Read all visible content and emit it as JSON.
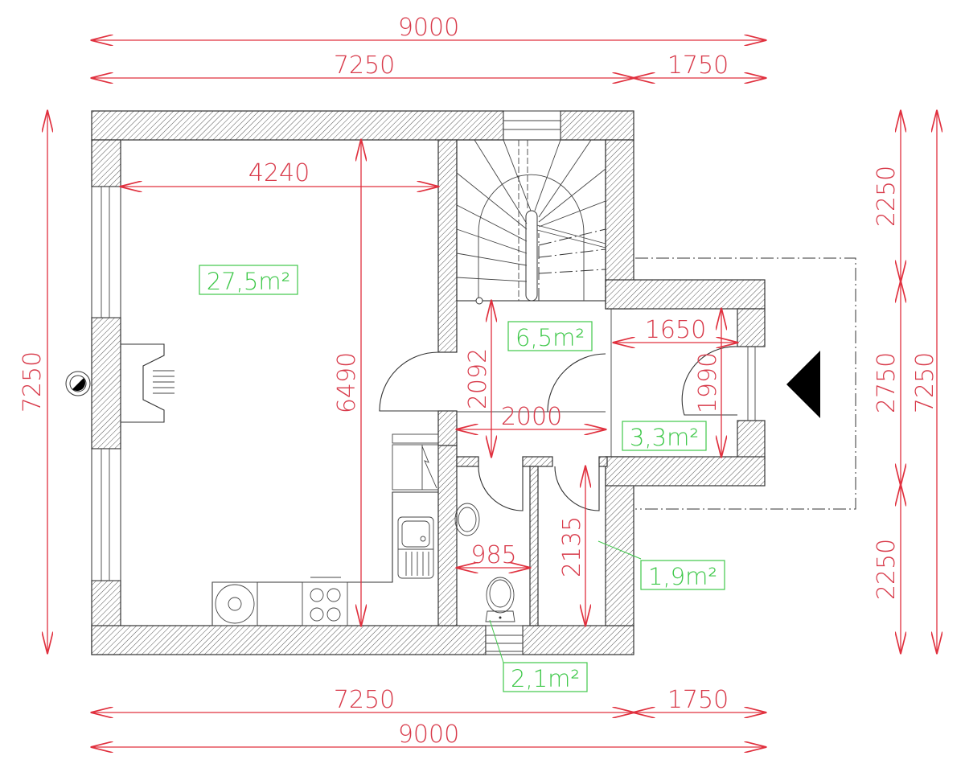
{
  "dimensions": {
    "top_total": "9000",
    "top_main": "7250",
    "top_annex": "1750",
    "bottom_main": "7250",
    "bottom_annex": "1750",
    "bottom_total": "9000",
    "left_total": "7250",
    "right_segment_top": "2250",
    "right_segment_middle": "2750",
    "right_segment_bottom": "2250",
    "right_total": "7250",
    "living_width": "4240",
    "living_height": "6490",
    "hall_height": "2092",
    "hall_width": "2000",
    "vestibule_width": "1650",
    "vestibule_height": "1990",
    "wc_width": "985",
    "storage_height": "2135"
  },
  "rooms": {
    "living_kitchen": {
      "area": "27,5m²"
    },
    "hall": {
      "area": "6,5m²"
    },
    "vestibule": {
      "area": "3,3m²"
    },
    "storage": {
      "area": "1,9m²"
    },
    "wc": {
      "area": "2,1m²"
    }
  },
  "colors": {
    "dimension": "#e0303e",
    "area_label": "#3fc84a",
    "wall_outline": "#333333"
  },
  "symbols": {
    "entrance": "entrance-arrow-icon",
    "chimney": "chimney-icon",
    "staircase": "spiral-staircase",
    "fireplace": "fireplace"
  }
}
